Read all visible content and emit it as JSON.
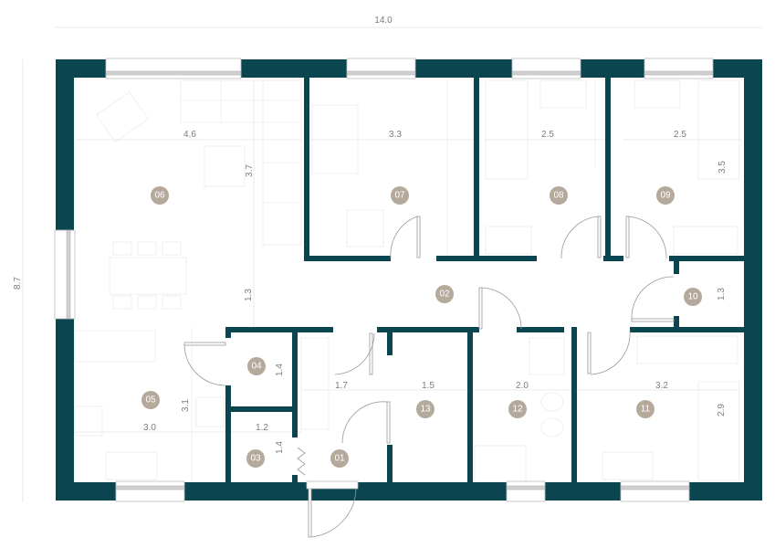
{
  "plan": {
    "overall_width": "14.0",
    "overall_depth": "8.7",
    "colors": {
      "wall": "#0b4650",
      "badge": "#b5a99c",
      "dimension_text": "#7d7d7d"
    }
  },
  "rooms": [
    {
      "id": "01",
      "name": "room-01"
    },
    {
      "id": "02",
      "name": "room-02"
    },
    {
      "id": "03",
      "name": "room-03"
    },
    {
      "id": "04",
      "name": "room-04"
    },
    {
      "id": "05",
      "name": "room-05"
    },
    {
      "id": "06",
      "name": "room-06"
    },
    {
      "id": "07",
      "name": "room-07"
    },
    {
      "id": "08",
      "name": "room-08"
    },
    {
      "id": "09",
      "name": "room-09"
    },
    {
      "id": "10",
      "name": "room-10"
    },
    {
      "id": "11",
      "name": "room-11"
    },
    {
      "id": "12",
      "name": "room-12"
    },
    {
      "id": "13",
      "name": "room-13"
    }
  ],
  "dimensions": {
    "room06_width": "4.6",
    "room06_depth": "3.7",
    "room07_width": "3.3",
    "room08_width": "2.5",
    "room09_width": "2.5",
    "room09_depth": "3.5",
    "corridor_depth": "1.3",
    "room10_depth": "1.3",
    "room04_depth": "1.4",
    "room03_width": "1.2",
    "room03_depth": "1.4",
    "room05_width": "3.0",
    "room05_depth": "3.1",
    "hall_width": "1.7",
    "room13_width": "1.5",
    "room12_width": "2.0",
    "room11_width": "3.2",
    "room11_depth": "2.9"
  }
}
